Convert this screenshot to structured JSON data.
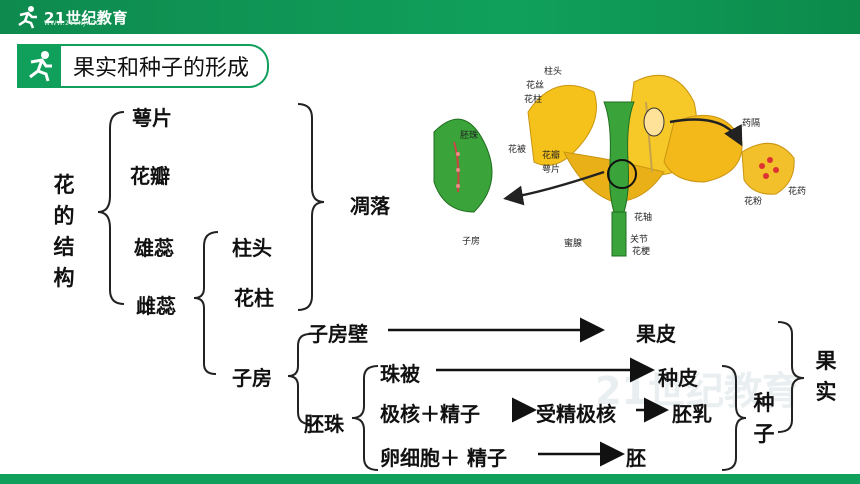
{
  "header": {
    "logo_text": "21世纪教育",
    "logo_sub": "WWW.21CNJY.COM"
  },
  "title": "果实和种子的形成",
  "flower_structure": {
    "label_chars": [
      "花",
      "的",
      "结",
      "构"
    ],
    "sepal": "萼片",
    "petal": "花瓣",
    "stamen": "雄蕊",
    "pistil": "雌蕊",
    "withered": "凋落",
    "stigma": "柱头",
    "style": "花柱",
    "ovary": "子房"
  },
  "development": {
    "ovary_wall": "子房壁",
    "pericarp": "果皮",
    "integument": "珠被",
    "seed_coat": "种皮",
    "ovule": "胚珠",
    "polar_plus_sperm": "极核＋精子",
    "fertilized_polar": "受精极核",
    "endosperm": "胚乳",
    "egg_plus_sperm": "卵细胞＋ 精子",
    "embryo": "胚",
    "seed_chars": [
      "种",
      "子"
    ],
    "fruit_chars": [
      "果",
      "实"
    ]
  },
  "diagram_labels": {
    "zhutou": "柱头",
    "huasi": "花丝",
    "huazhu": "花柱",
    "huaban": "花瓣",
    "epian": "萼片",
    "huabei": "花被",
    "peizhu": "胚珠",
    "zifang": "子房",
    "mixian": "蜜腺",
    "huazhou": "花轴",
    "guanjie": "关节",
    "huageng": "花梗",
    "yuege": "药隔",
    "huafen": "花粉",
    "huayao": "花药"
  },
  "watermark": "21世纪教育"
}
